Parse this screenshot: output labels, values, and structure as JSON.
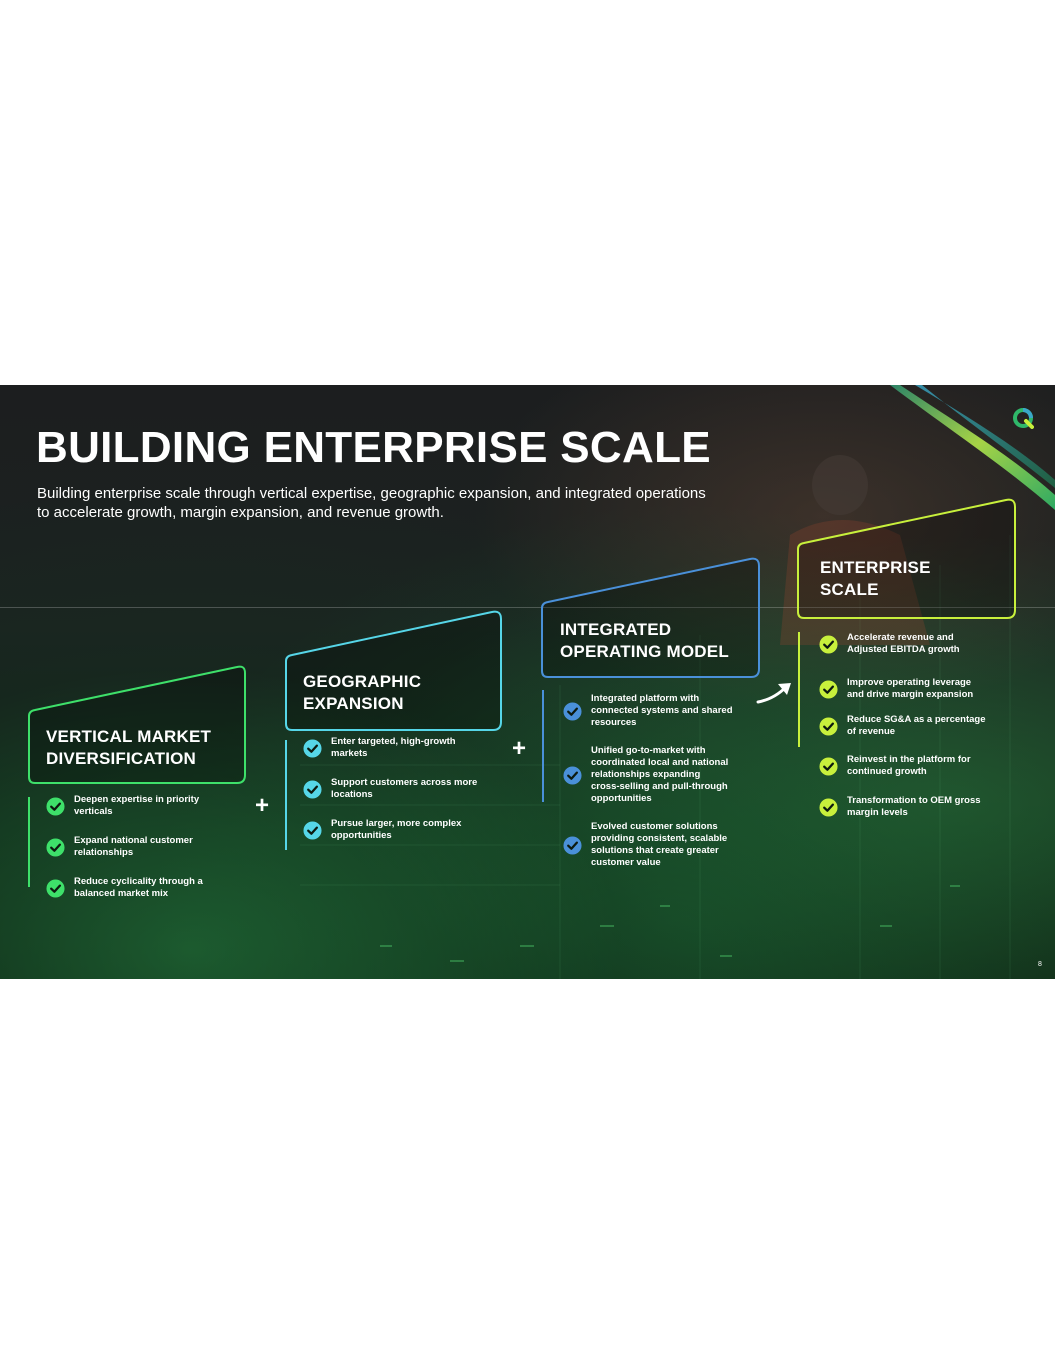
{
  "slide": {
    "title": "BUILDING ENTERPRISE SCALE",
    "subtitle": "Building enterprise scale through vertical expertise, geographic expansion, and integrated operations to accelerate growth, margin expansion, and revenue growth.",
    "page_number": "8"
  },
  "colors": {
    "vertical": "#3ee06a",
    "geographic": "#56d6e8",
    "integrated": "#4a90d9",
    "enterprise": "#c8f03c"
  },
  "icons": {
    "check": "check-circle-icon",
    "plus": "plus-icon",
    "arrow": "arrow-up-right-icon",
    "logo": "brand-logo-icon"
  },
  "pillars": [
    {
      "title_line1": "VERTICAL MARKET",
      "title_line2": "DIVERSIFICATION",
      "items": [
        "Deepen expertise in priority|verticals",
        "Expand national customer|relationships",
        "Reduce cyclicality through a|balanced market mix"
      ]
    },
    {
      "title_line1": "GEOGRAPHIC",
      "title_line2": "EXPANSION",
      "items": [
        "Enter targeted, high-growth|markets",
        "Support customers across more|locations",
        "Pursue larger, more complex|opportunities"
      ]
    },
    {
      "title_line1": "INTEGRATED",
      "title_line2": "OPERATING MODEL",
      "items": [
        "Integrated platform with|connected systems and shared|resources",
        "Unified go-to-market with|coordinated local and national|relationships expanding|cross-selling and pull-through|opportunities",
        "Evolved customer solutions|providing consistent, scalable|solutions that create greater|customer value"
      ]
    },
    {
      "title_line1": "ENTERPRISE",
      "title_line2": "SCALE",
      "items": [
        "Accelerate revenue and|Adjusted EBITDA growth",
        "Improve operating leverage|and drive margin expansion",
        "Reduce SG&A as a percentage|of revenue",
        "Reinvest in the platform for|continued growth",
        "Transformation to OEM gross|margin levels"
      ]
    }
  ],
  "connectors": {
    "plus": "+"
  }
}
